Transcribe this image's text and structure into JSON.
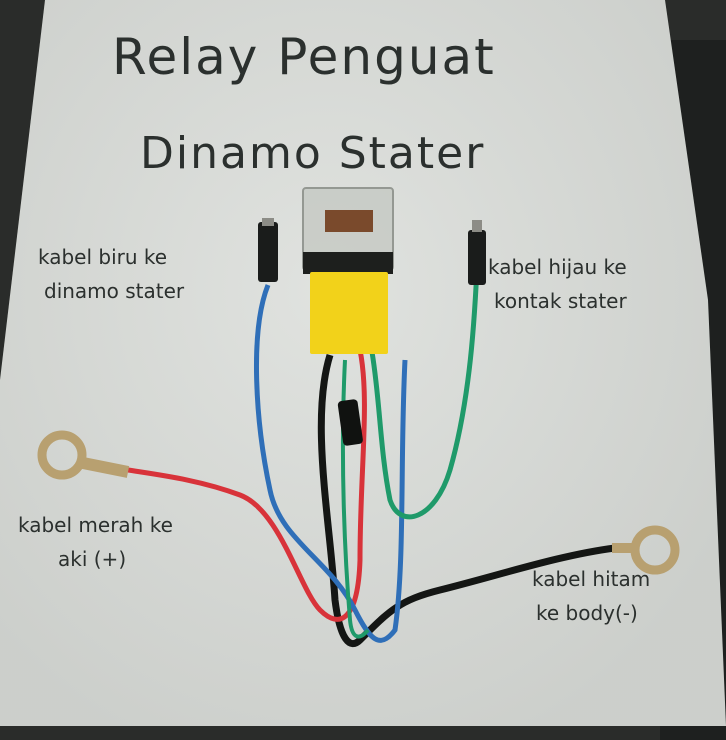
{
  "photo": {
    "subject": "relay wiring harness on handwritten paper",
    "title_line1": "Relay Penguat",
    "title_line2": "Dinamo Stater",
    "labels": {
      "blue": {
        "line1": "kabel biru ke",
        "line2": "dinamo stater"
      },
      "green": {
        "line1": "kabel hijau ke",
        "line2": "kontak stater"
      },
      "red": {
        "line1": "kabel merah ke",
        "line2": "aki (+)"
      },
      "black": {
        "line1": "kabel hitam",
        "line2": "ke body(-)"
      }
    },
    "colors": {
      "paper": "#d9dcd8",
      "ink": "#2b302e",
      "relay_housing": "#f2d21a",
      "wire_blue": "#2f6fb8",
      "wire_red": "#d8333a",
      "wire_green": "#1f9a6a",
      "wire_black": "#141614",
      "terminal_brass": "#b8a070"
    }
  }
}
